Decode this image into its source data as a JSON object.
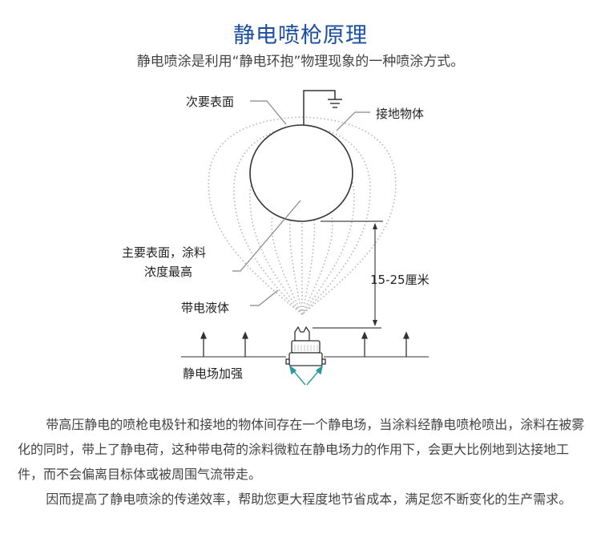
{
  "header": {
    "title": "静电喷枪原理",
    "subtitle": "静电喷涂是利用“静电环抱”物理现象的一种喷涂方式。"
  },
  "diagram": {
    "labels": {
      "secondary_surface": "次要表面",
      "grounded_object": "接地物体",
      "primary_surface_line1": "主要表面，涂料",
      "primary_surface_line2": "浓度最高",
      "charged_liquid": "带电液体",
      "distance": "15-25厘米",
      "field_enhanced": "静电场加强"
    },
    "colors": {
      "title": "#1a4fa0",
      "field_lines": "#b0b0b0",
      "outline": "#333333",
      "teal_arrows": "#2a9a9a"
    }
  },
  "body": {
    "paragraph1": "带高压静电的喷枪电极针和接地的物体间存在一个静电场，当涂料经静电喷枪喷出，涂料在被雾化的同时，带上了静电荷，这种带电荷的涂料微粒在静电场力的作用下，会更大比例地到达接地工件，而不会偏离目标体或被周围气流带走。",
    "paragraph2": "因而提高了静电喷涂的传递效率，帮助您更大程度地节省成本，满足您不断变化的生产需求。"
  }
}
